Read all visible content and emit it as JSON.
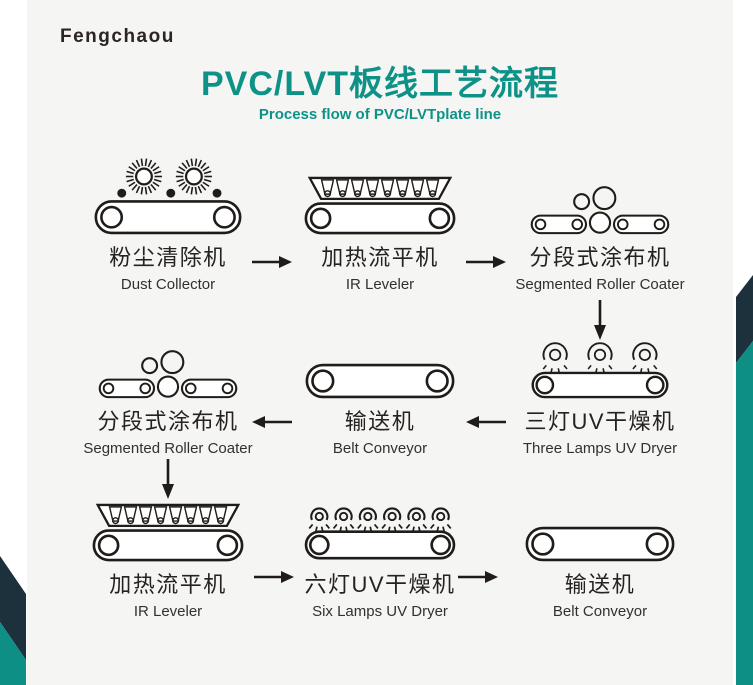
{
  "page": {
    "logo": "Fengchaou",
    "title_cn": "PVC/LVT板线工艺流程",
    "title_en": "Process flow of PVC/LVTplate line"
  },
  "colors": {
    "teal": "#0e8f85",
    "navy": "#1c313c",
    "title_teal": "#0e9288",
    "line_black": "#1f1c1a",
    "card_gray": "#f5f5f3"
  },
  "stations": [
    {
      "cn": "粉尘清除机",
      "en": "Dust Collector",
      "icon": "dust-collector"
    },
    {
      "cn": "加热流平机",
      "en": "IR Leveler",
      "icon": "ir-leveler"
    },
    {
      "cn": "分段式涂布机",
      "en": "Segmented Roller Coater",
      "icon": "roller-coater"
    },
    {
      "cn": "分段式涂布机",
      "en": "Segmented Roller Coater",
      "icon": "roller-coater"
    },
    {
      "cn": "输送机",
      "en": "Belt Conveyor",
      "icon": "belt-conveyor"
    },
    {
      "cn": "三灯UV干燥机",
      "en": "Three Lamps UV Dryer",
      "icon": "uv3"
    },
    {
      "cn": "加热流平机",
      "en": "IR Leveler",
      "icon": "ir-leveler"
    },
    {
      "cn": "六灯UV干燥机",
      "en": "Six Lamps UV Dryer",
      "icon": "uv6"
    },
    {
      "cn": "输送机",
      "en": "Belt Conveyor",
      "icon": "belt-conveyor"
    }
  ],
  "arrows": [
    {
      "dir": "right"
    },
    {
      "dir": "right"
    },
    {
      "dir": "down"
    },
    {
      "dir": "left"
    },
    {
      "dir": "left"
    },
    {
      "dir": "down"
    },
    {
      "dir": "right"
    },
    {
      "dir": "right"
    }
  ]
}
